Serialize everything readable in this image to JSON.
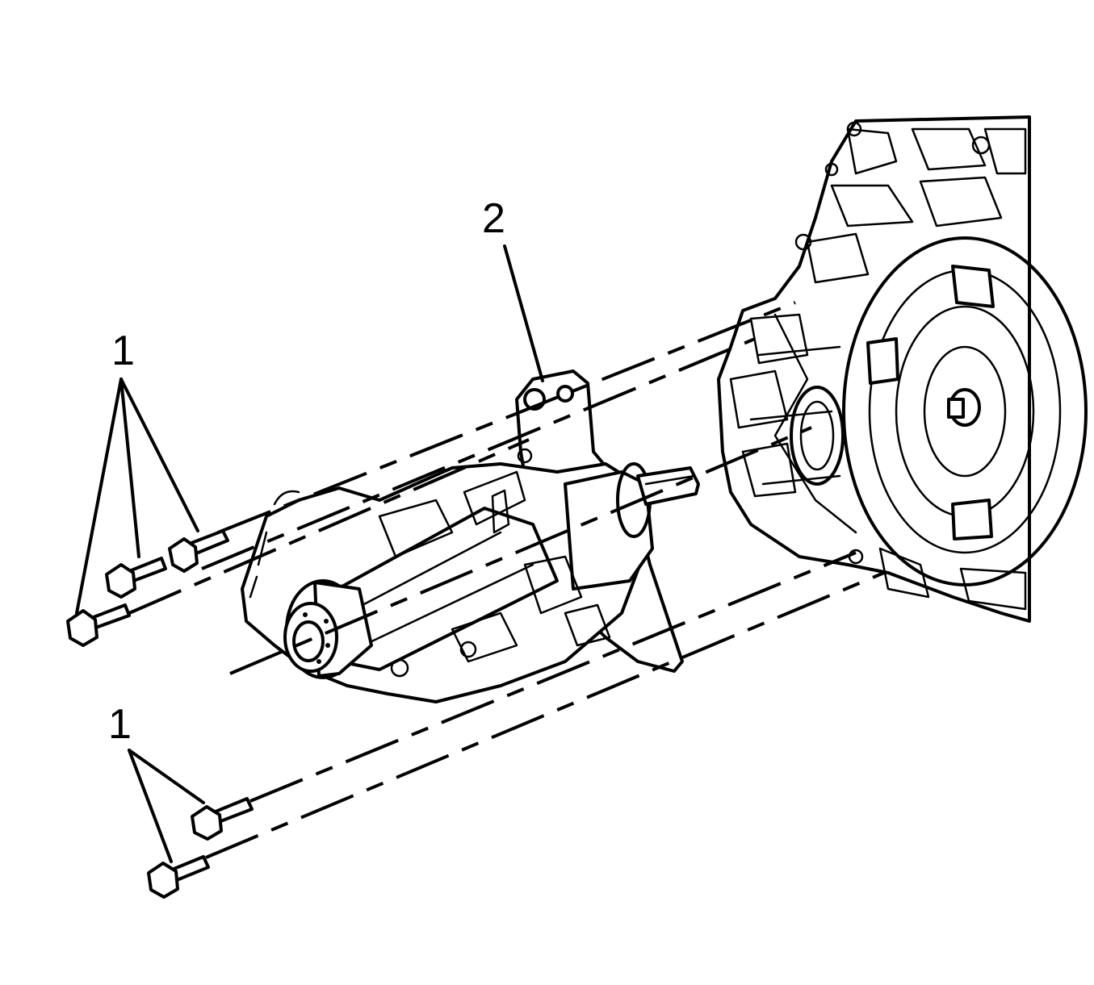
{
  "callouts": {
    "bolts_upper": "1",
    "bolts_lower": "1",
    "housing": "2"
  }
}
